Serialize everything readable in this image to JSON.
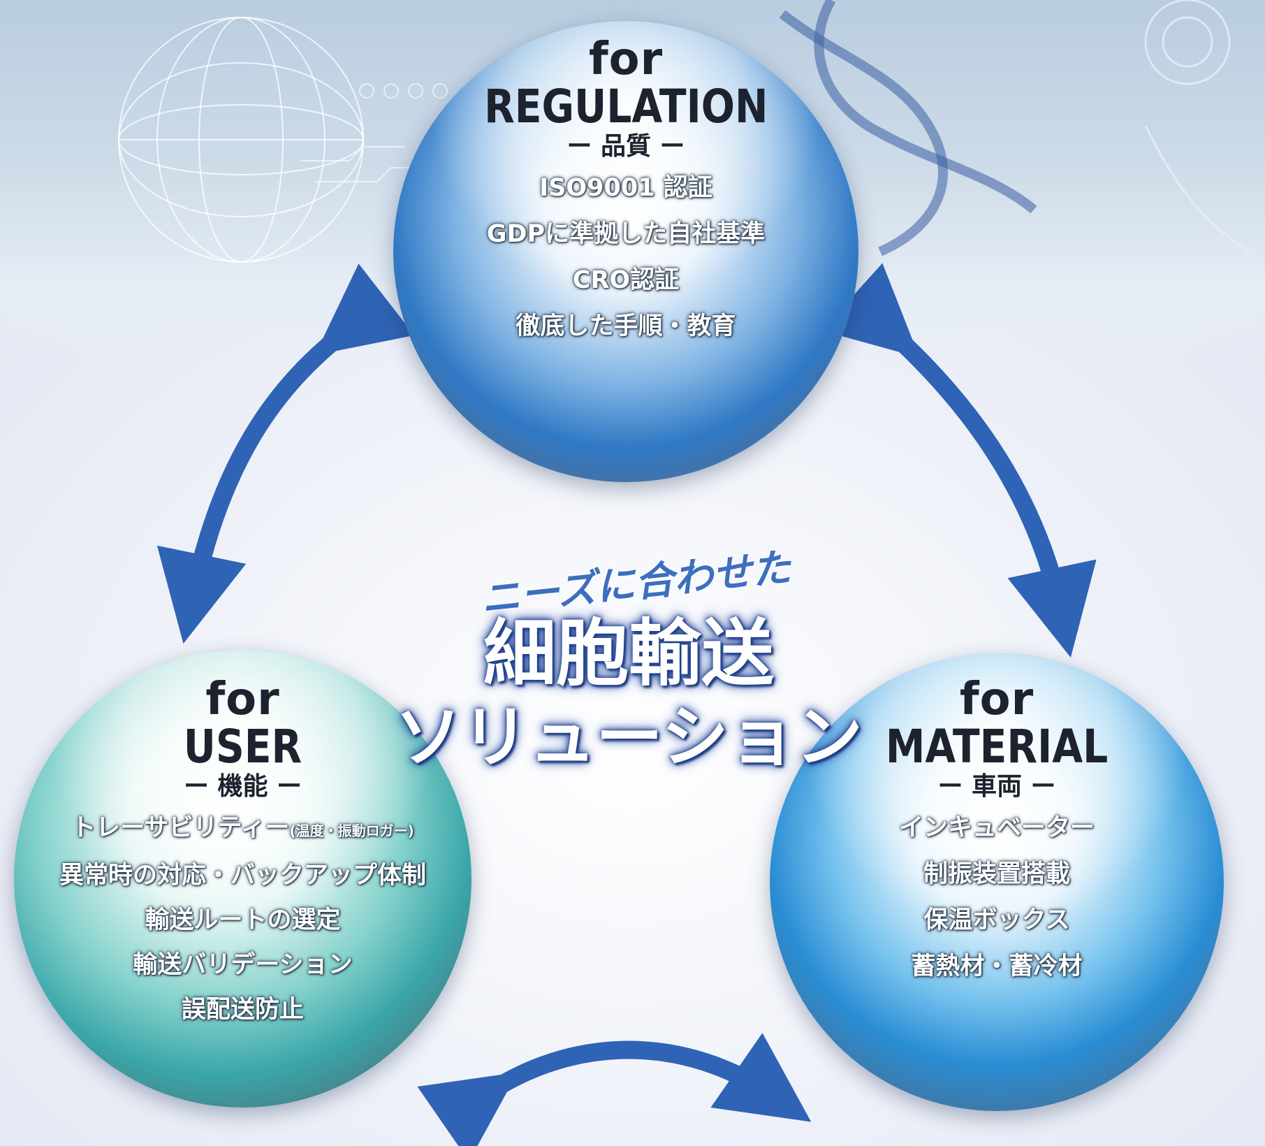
{
  "center": {
    "tagline": "ニーズに合わせた",
    "title": "細胞輸送",
    "subtitle": "ソリューション"
  },
  "regulation": {
    "for": "for",
    "category": "REGULATION",
    "subtitle": "ー 品質 ー",
    "items": [
      "ISO9001 認証",
      "GDPに準拠した自社基準",
      "CRO認証",
      "徹底した手順・教育"
    ]
  },
  "user": {
    "for": "for",
    "category": "USER",
    "subtitle": "ー 機能 ー",
    "items": [
      "トレーサビリティー",
      "異常時の対応・バックアップ体制",
      "輸送ルートの選定",
      "輸送バリデーション",
      "誤配送防止"
    ],
    "item_note": "(温度・振動ロガー)"
  },
  "material": {
    "for": "for",
    "category": "MATERIAL",
    "subtitle": "ー 車両 ー",
    "items": [
      "インキュベーター",
      "制振装置搭載",
      "保温ボックス",
      "蓄熱材・蓄冷材"
    ]
  },
  "colors": {
    "arrow": "#2f63b5",
    "title_glow": "#1f3f8a",
    "tagline": "#3d6fbe"
  }
}
